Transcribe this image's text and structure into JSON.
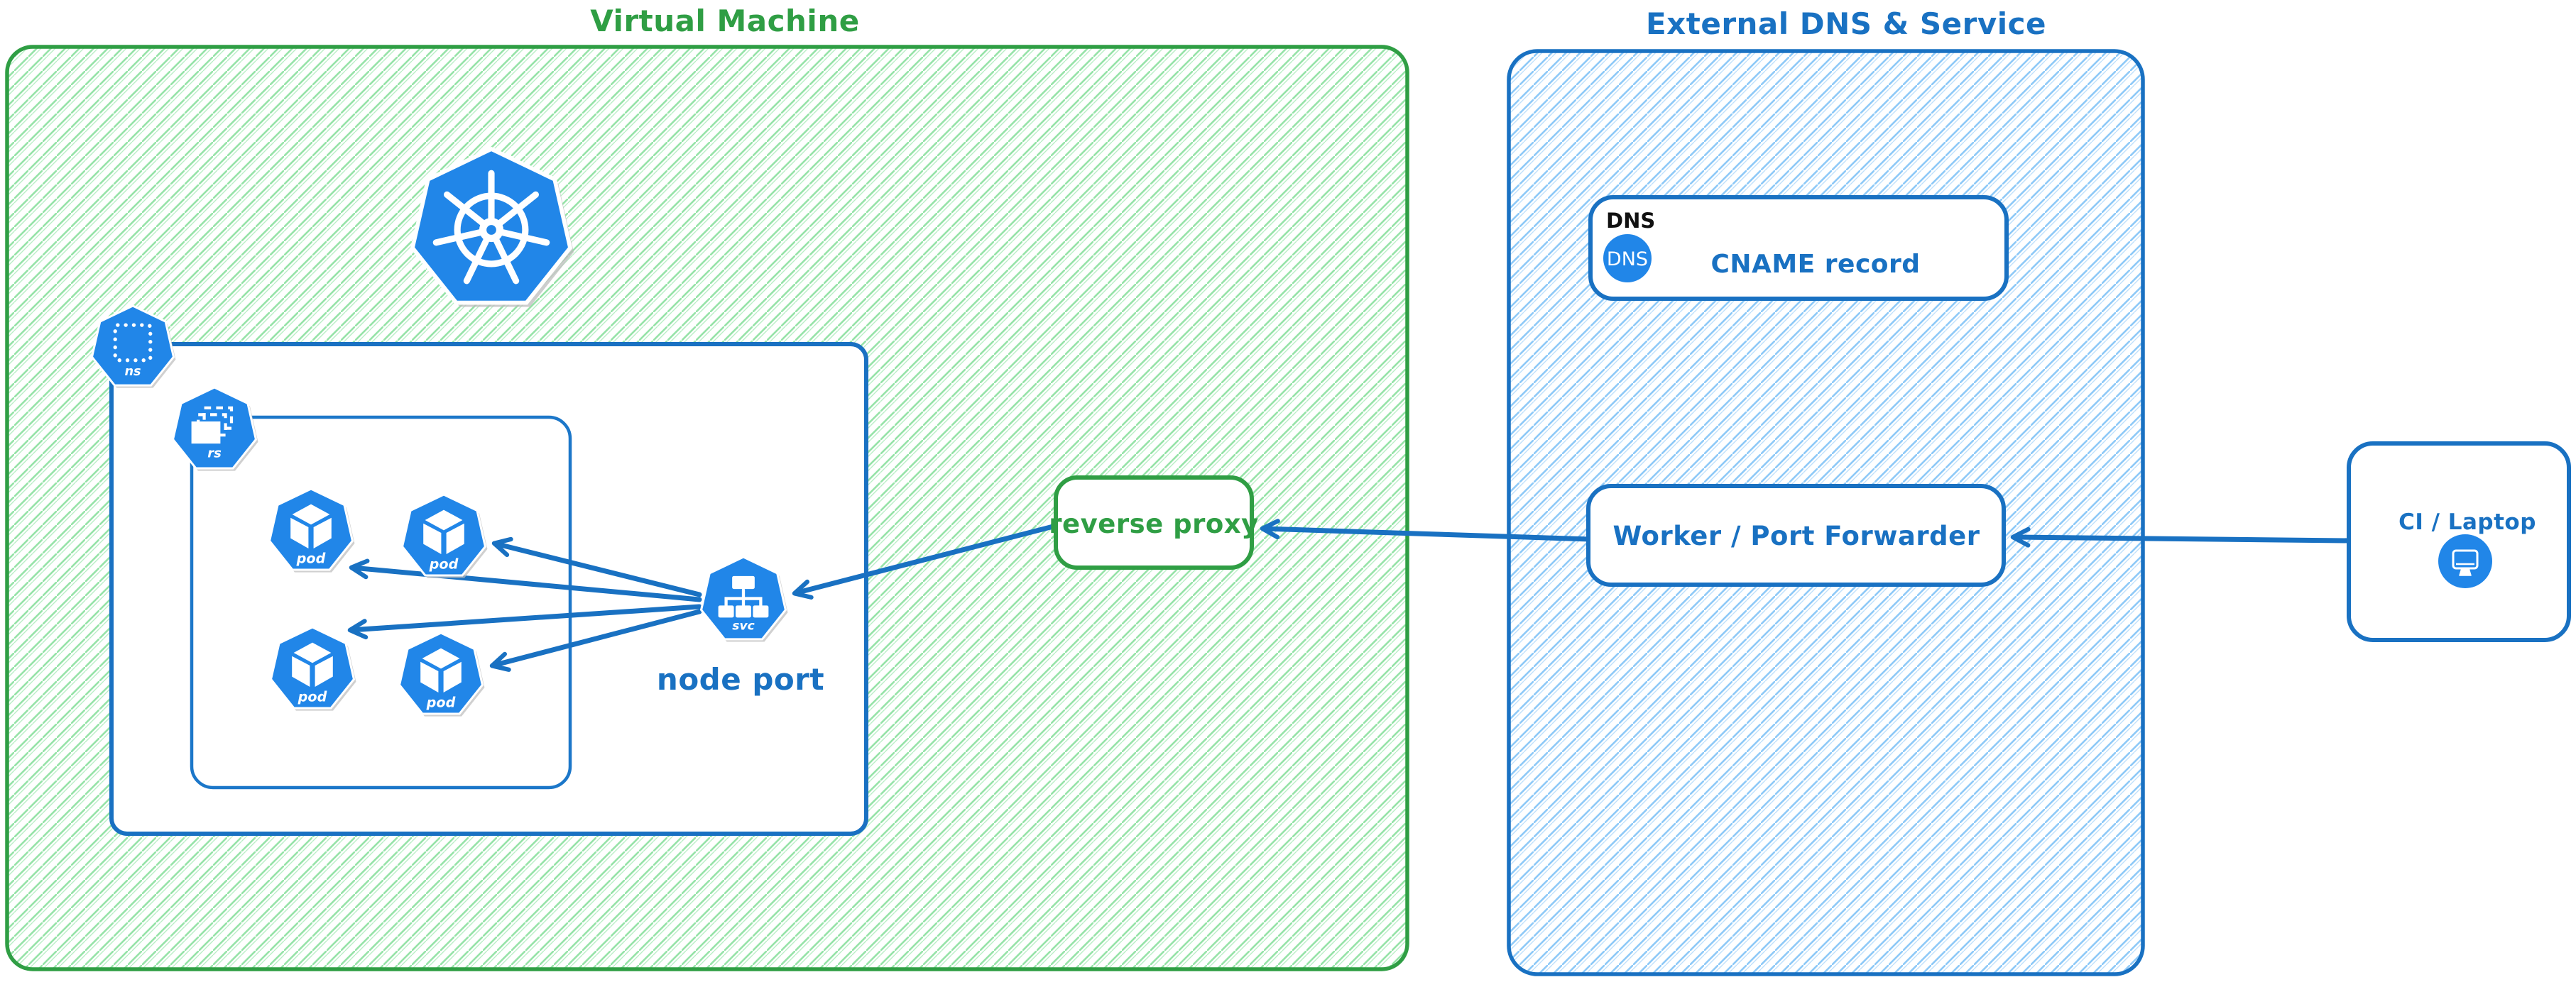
{
  "groups": {
    "virtual_machine": {
      "title": "Virtual Machine"
    },
    "external_dns": {
      "title": "External DNS & Service"
    }
  },
  "labels": {
    "namespace": "ns",
    "replicaset": "rs",
    "pod": "pod",
    "service": "svc",
    "node_port": "node port",
    "reverse_proxy": "reverse proxy",
    "dns_heading": "DNS",
    "dns_badge": "DNS",
    "cname_record": "CNAME record",
    "worker": "Worker / Port Forwarder",
    "ci_laptop": "CI / Laptop"
  },
  "icons": [
    "kubernetes-logo-icon",
    "namespace-icon",
    "replicaset-icon",
    "pod-icon",
    "service-icon",
    "dns-icon",
    "monitor-icon"
  ],
  "colors": {
    "green_stroke": "#2f9e44",
    "green_hatch": "#96e3a8",
    "blue_stroke": "#1971c2",
    "blue_hatch": "#8ec9f7",
    "icon_blue": "#2186e8",
    "shadow_gray": "#bcbcbc"
  },
  "edges": [
    {
      "from": "ci-laptop",
      "to": "worker-port-forwarder"
    },
    {
      "from": "worker-port-forwarder",
      "to": "reverse-proxy"
    },
    {
      "from": "reverse-proxy",
      "to": "node-port-service"
    },
    {
      "from": "node-port-service",
      "to": "pod-top-left"
    },
    {
      "from": "node-port-service",
      "to": "pod-top-right"
    },
    {
      "from": "node-port-service",
      "to": "pod-bottom-left"
    },
    {
      "from": "node-port-service",
      "to": "pod-bottom-right"
    }
  ]
}
